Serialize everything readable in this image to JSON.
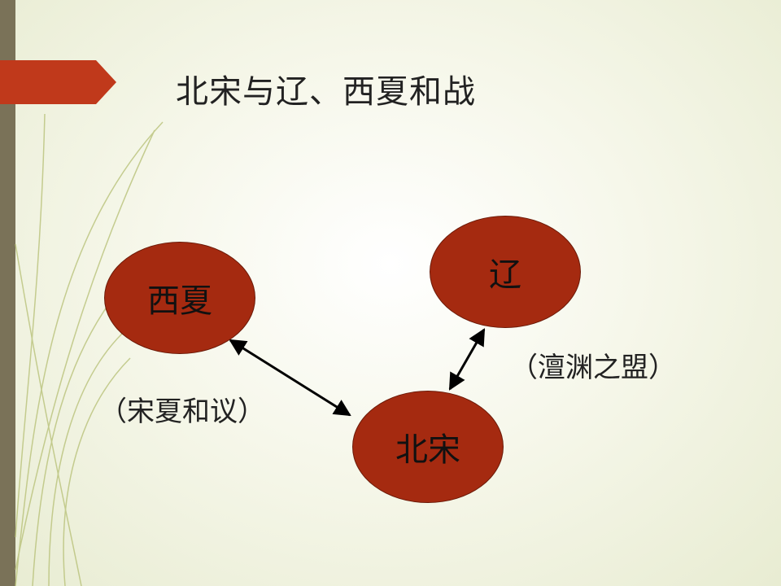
{
  "title": "北宋与辽、西夏和战",
  "nodes": {
    "xixia": "西夏",
    "liao": "辽",
    "beisong": "北宋"
  },
  "relations": {
    "song_xia": "（宋夏和议）",
    "song_liao": "（澶渊之盟）"
  },
  "colors": {
    "node_fill": "#a52a10",
    "accent_tab": "#c0391b",
    "left_bar": "#7a7258"
  }
}
